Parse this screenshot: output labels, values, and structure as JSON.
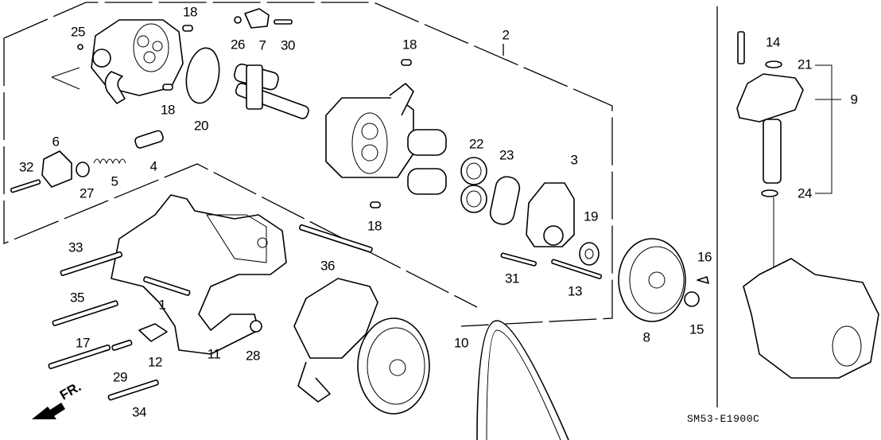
{
  "diagram": {
    "title": "Power Steering Pump Assembly - Exploded Parts Diagram",
    "diagram_code": "SM53-E1900C",
    "direction_indicator": "FR.",
    "callouts": [
      {
        "id": "c1",
        "ref": "1"
      },
      {
        "id": "c2",
        "ref": "2"
      },
      {
        "id": "c3",
        "ref": "3"
      },
      {
        "id": "c4",
        "ref": "4"
      },
      {
        "id": "c5",
        "ref": "5"
      },
      {
        "id": "c6",
        "ref": "6"
      },
      {
        "id": "c7",
        "ref": "7"
      },
      {
        "id": "c8",
        "ref": "8"
      },
      {
        "id": "c9",
        "ref": "9"
      },
      {
        "id": "c10",
        "ref": "10"
      },
      {
        "id": "c11",
        "ref": "11"
      },
      {
        "id": "c12",
        "ref": "12"
      },
      {
        "id": "c13",
        "ref": "13"
      },
      {
        "id": "c14",
        "ref": "14"
      },
      {
        "id": "c15",
        "ref": "15"
      },
      {
        "id": "c16",
        "ref": "16"
      },
      {
        "id": "c17",
        "ref": "17"
      },
      {
        "id": "c18a",
        "ref": "18"
      },
      {
        "id": "c18b",
        "ref": "18"
      },
      {
        "id": "c18c",
        "ref": "18"
      },
      {
        "id": "c18d",
        "ref": "18"
      },
      {
        "id": "c19",
        "ref": "19"
      },
      {
        "id": "c20",
        "ref": "20"
      },
      {
        "id": "c21",
        "ref": "21"
      },
      {
        "id": "c22",
        "ref": "22"
      },
      {
        "id": "c23",
        "ref": "23"
      },
      {
        "id": "c24",
        "ref": "24"
      },
      {
        "id": "c25",
        "ref": "25"
      },
      {
        "id": "c26",
        "ref": "26"
      },
      {
        "id": "c27",
        "ref": "27"
      },
      {
        "id": "c28",
        "ref": "28"
      },
      {
        "id": "c29",
        "ref": "29"
      },
      {
        "id": "c30",
        "ref": "30"
      },
      {
        "id": "c31",
        "ref": "31"
      },
      {
        "id": "c32",
        "ref": "32"
      },
      {
        "id": "c33",
        "ref": "33"
      },
      {
        "id": "c34",
        "ref": "34"
      },
      {
        "id": "c35",
        "ref": "35"
      },
      {
        "id": "c36",
        "ref": "36"
      }
    ]
  }
}
